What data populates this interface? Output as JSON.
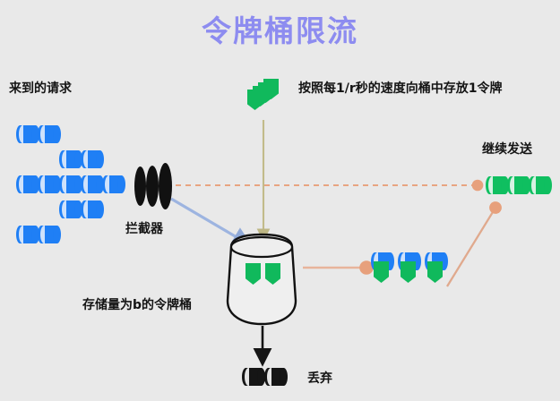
{
  "title": "令牌桶限流",
  "theme": {
    "background": "#e9e9e9",
    "title_color": "#8d8cf0",
    "request_blue": "#1f7ff5",
    "token_green": "#10b95c",
    "pass_green": "#0fbf60",
    "discard_black": "#151515",
    "dashed_salmon": "#e8a481",
    "blue_arrow": "#9db4e0",
    "olive_arrow": "#c2bb8a",
    "bucket_stroke": "#111111"
  },
  "labels": {
    "incoming_requests": "来到的请求",
    "interceptor": "拦截器",
    "token_rate": "按照每1/r秒的速度向桶中存放1令牌",
    "bucket_capacity": "存储量为b的令牌桶",
    "continue_send": "继续发送",
    "discard": "丢弃"
  },
  "icons": {
    "request_packet": "blue-cylinder-icon",
    "token": "green-shield-icon",
    "interceptor_lens": "black-lens-icon",
    "bucket": "bucket-icon",
    "passed_packet": "green-cylinder-icon",
    "dropped_packet": "black-cylinder-icon"
  },
  "groups": {
    "incoming_request_count": 13,
    "token_stack_count": 4,
    "tokens_in_bucket": 2,
    "tagged_packet_count": 3,
    "passed_packet_count": 3,
    "dropped_packet_count": 2,
    "interceptor_lens_count": 3
  },
  "flows": [
    {
      "name": "requests-to-interceptor",
      "style": "implicit"
    },
    {
      "name": "interceptor-to-bucket",
      "style": "solid-blue-arrow"
    },
    {
      "name": "token-source-to-bucket",
      "style": "solid-olive-arrow"
    },
    {
      "name": "interceptor-to-continue",
      "style": "dashed-salmon-arrow"
    },
    {
      "name": "bucket-to-tagged-packets",
      "style": "solid-salmon-arrow"
    },
    {
      "name": "tagged-packets-to-continue",
      "style": "solid-salmon-arrow"
    },
    {
      "name": "bucket-to-discard",
      "style": "solid-black-arrow"
    }
  ]
}
